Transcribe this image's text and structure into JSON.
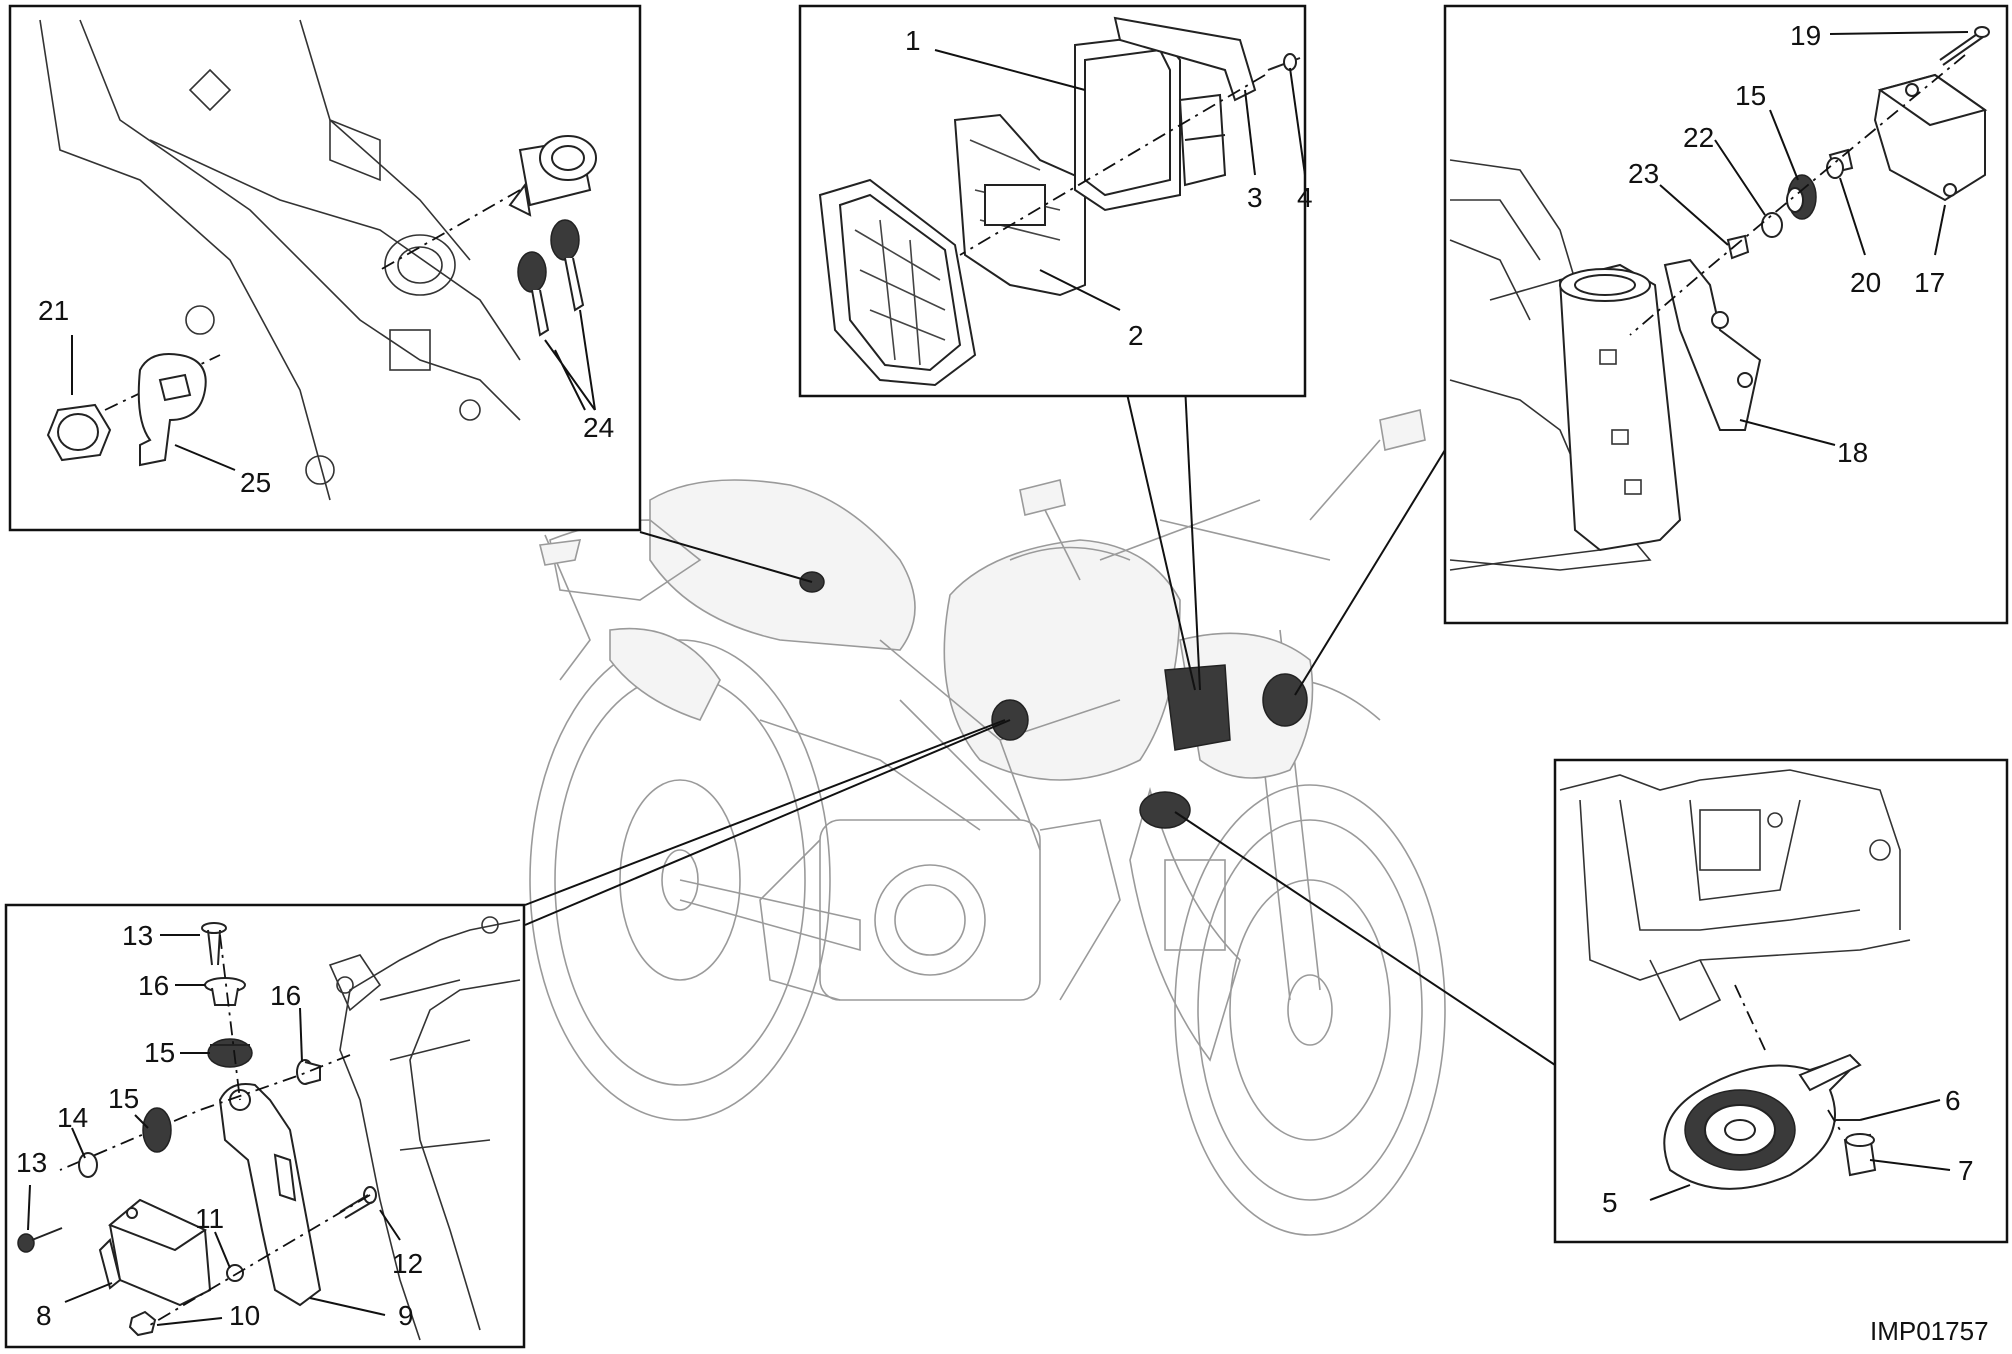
{
  "drawing_code": "IMP01757",
  "panels": [
    {
      "id": "ignition-panel",
      "labels": [
        "21",
        "24",
        "25"
      ]
    },
    {
      "id": "ecu-panel",
      "labels": [
        "1",
        "2",
        "3",
        "4"
      ]
    },
    {
      "id": "sensor-top-panel",
      "labels": [
        "19",
        "15",
        "22",
        "23",
        "20",
        "17",
        "18"
      ]
    },
    {
      "id": "horn-panel",
      "labels": [
        "6",
        "7",
        "5"
      ]
    },
    {
      "id": "sensor-bottom-panel",
      "labels": [
        "13",
        "16",
        "15",
        "16",
        "15",
        "14",
        "13",
        "11",
        "12",
        "8",
        "10",
        "9"
      ]
    }
  ]
}
